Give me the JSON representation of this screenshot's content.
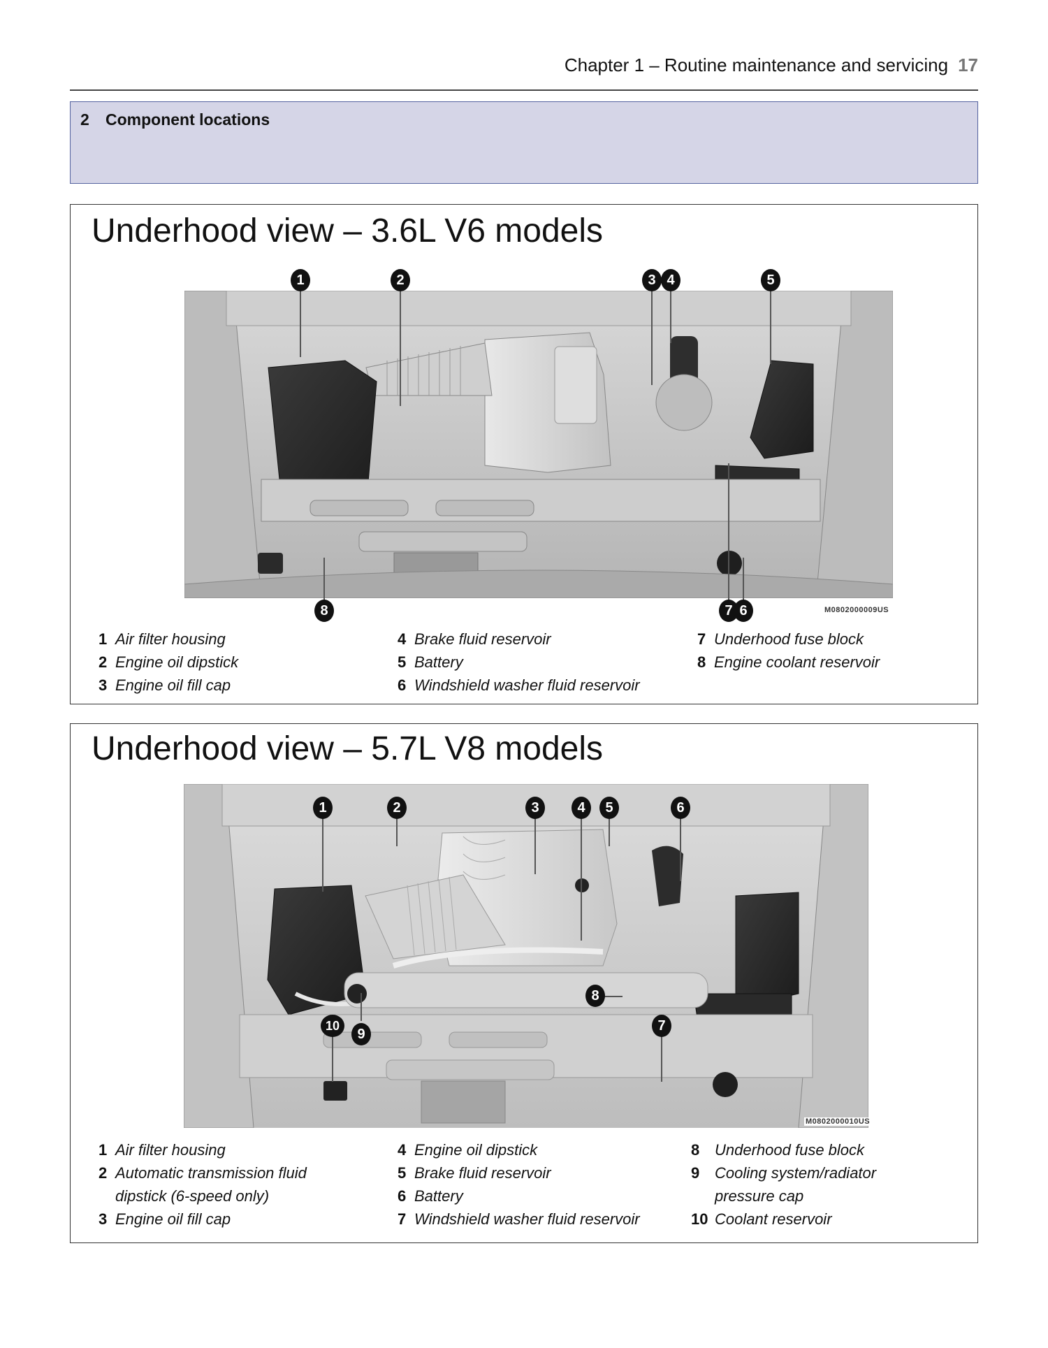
{
  "header": {
    "chapter_title": "Chapter 1 – Routine maintenance and servicing",
    "page_number": "17"
  },
  "section": {
    "number": "2",
    "title": "Component locations",
    "box_color": "#d5d5e7",
    "box_border": "#5563a0"
  },
  "panels": [
    {
      "title": "Underhood view – 3.6L V6 models",
      "image_code": "M0802000009US",
      "callouts": [
        "1",
        "2",
        "3",
        "4",
        "5",
        "6",
        "7",
        "8"
      ],
      "legend": [
        {
          "n": "1",
          "text": "Air filter housing"
        },
        {
          "n": "2",
          "text": "Engine oil dipstick"
        },
        {
          "n": "3",
          "text": "Engine oil fill cap"
        },
        {
          "n": "4",
          "text": "Brake fluid reservoir"
        },
        {
          "n": "5",
          "text": "Battery"
        },
        {
          "n": "6",
          "text": "Windshield washer fluid reservoir"
        },
        {
          "n": "7",
          "text": "Underhood fuse block"
        },
        {
          "n": "8",
          "text": "Engine coolant reservoir"
        }
      ]
    },
    {
      "title": "Underhood view – 5.7L V8 models",
      "image_code": "M0802000010US",
      "callouts": [
        "1",
        "2",
        "3",
        "4",
        "5",
        "6",
        "7",
        "8",
        "9",
        "10"
      ],
      "legend": [
        {
          "n": "1",
          "text": "Air filter housing"
        },
        {
          "n": "2",
          "text": "Automatic transmission fluid",
          "text2": "dipstick (6-speed only)"
        },
        {
          "n": "3",
          "text": "Engine oil fill cap"
        },
        {
          "n": "4",
          "text": "Engine oil dipstick"
        },
        {
          "n": "5",
          "text": "Brake fluid reservoir"
        },
        {
          "n": "6",
          "text": "Battery"
        },
        {
          "n": "7",
          "text": "Windshield washer fluid reservoir"
        },
        {
          "n": "8",
          "text": "Underhood fuse block"
        },
        {
          "n": "9",
          "text": "Cooling system/radiator",
          "text2": "pressure cap"
        },
        {
          "n": "10",
          "text": "Coolant reservoir"
        }
      ]
    }
  ]
}
